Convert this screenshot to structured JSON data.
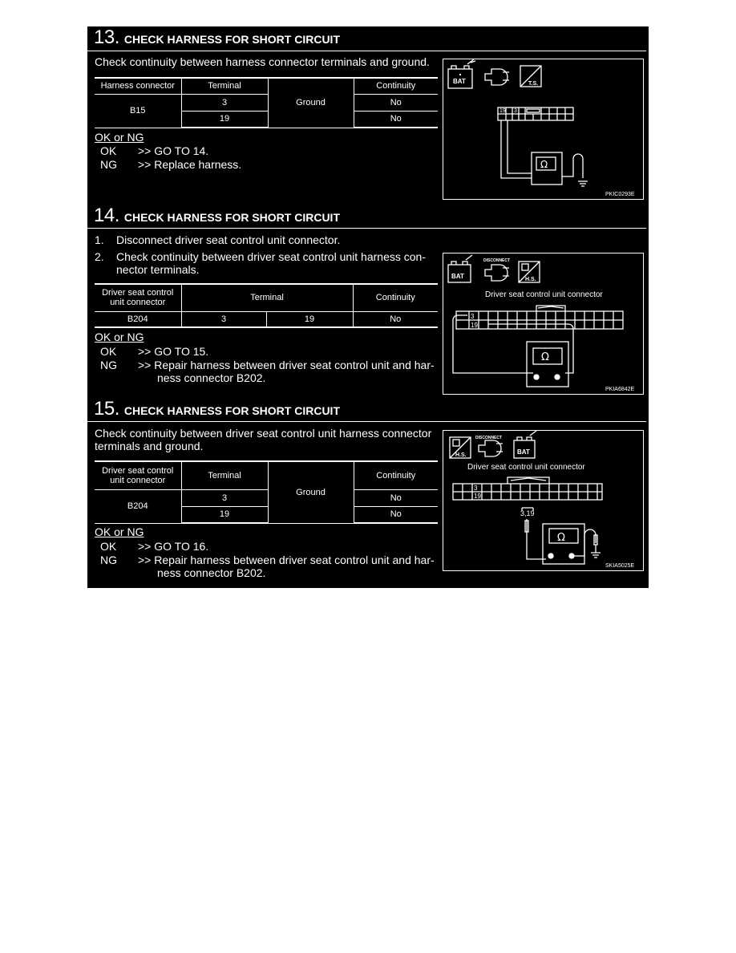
{
  "steps": [
    {
      "number": "13.",
      "title": "CHECK HARNESS FOR SHORT CIRCUIT",
      "instructions": [
        "Check continuity between harness connector terminals and ground."
      ],
      "table": {
        "headers": [
          "Harness connector",
          "Terminal",
          "",
          "Continuity"
        ],
        "connector": "B15",
        "ground": "Ground",
        "rows": [
          [
            "3",
            "No"
          ],
          [
            "19",
            "No"
          ]
        ]
      },
      "ok_ng_label": "OK or NG",
      "results": [
        {
          "key": "OK",
          "text": ">> GO TO 14."
        },
        {
          "key": "NG",
          "text": ">> Replace harness."
        }
      ],
      "figure": {
        "icons": [
          "BAT",
          "T.S."
        ],
        "pins": [
          "19",
          "3"
        ],
        "code": "PKIC0293E"
      }
    },
    {
      "number": "14.",
      "title": "CHECK HARNESS FOR SHORT CIRCUIT",
      "instructions": [
        {
          "n": "1.",
          "text": "Disconnect driver seat control unit connector."
        },
        {
          "n": "2.",
          "text": "Check continuity between driver seat control unit harness con-",
          "cont": "nector terminals."
        }
      ],
      "table": {
        "headers": [
          "Driver seat control",
          "unit connector",
          "Terminal",
          "Continuity"
        ],
        "row": [
          "B204",
          "3",
          "19",
          "No"
        ]
      },
      "ok_ng_label": "OK or NG",
      "results": [
        {
          "key": "OK",
          "text": ">> GO TO 15."
        },
        {
          "key": "NG",
          "text": ">> Repair harness between driver seat control unit and har-",
          "cont": "ness connector B202."
        }
      ],
      "figure": {
        "icons": [
          "BAT",
          "DISCONNECT",
          "H.S."
        ],
        "connector_label": "Driver seat control unit connector",
        "pins": [
          "3",
          "19"
        ],
        "code": "PKIA6842E"
      }
    },
    {
      "number": "15.",
      "title": "CHECK HARNESS FOR SHORT CIRCUIT",
      "instructions": [
        "Check continuity between driver seat control unit harness connector",
        "terminals and ground."
      ],
      "table": {
        "headers": [
          "Driver seat control",
          "unit connector",
          "Terminal",
          "",
          "Continuity"
        ],
        "connector": "B204",
        "ground": "Ground",
        "rows": [
          [
            "3",
            "No"
          ],
          [
            "19",
            "No"
          ]
        ]
      },
      "ok_ng_label": "OK or NG",
      "results": [
        {
          "key": "OK",
          "text": ">> GO TO 16."
        },
        {
          "key": "NG",
          "text": ">> Repair harness between driver seat control unit and har-",
          "cont": "ness connector B202."
        }
      ],
      "figure": {
        "icons": [
          "H.S.",
          "DISCONNECT",
          "BAT"
        ],
        "connector_label": "Driver seat control unit connector",
        "pins": [
          "3",
          "19"
        ],
        "probe_label": "3,19",
        "code": "SKIA5025E"
      }
    }
  ],
  "symbols": {
    "ohm": "Ω"
  },
  "colors": {
    "sheet": "#000000",
    "page": "#ffffff",
    "ink": "#ffffff"
  }
}
